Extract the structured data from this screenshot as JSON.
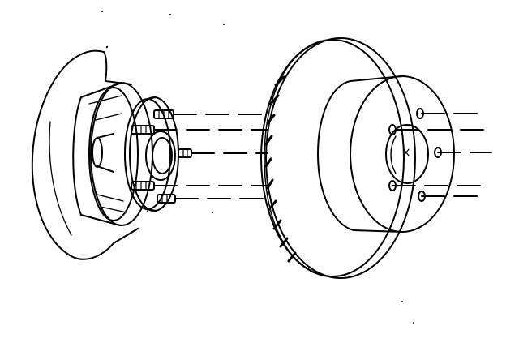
{
  "diagram": {
    "background": "#ffffff",
    "ink": "#000000",
    "components": [
      {
        "id": "backing-plate",
        "label": ""
      },
      {
        "id": "hub",
        "label": ""
      },
      {
        "id": "wheel-studs",
        "count": 5
      },
      {
        "id": "brake-rotor",
        "label": ""
      },
      {
        "id": "rotor-stud-holes",
        "count": 5
      }
    ],
    "alignment_lines": 5
  }
}
